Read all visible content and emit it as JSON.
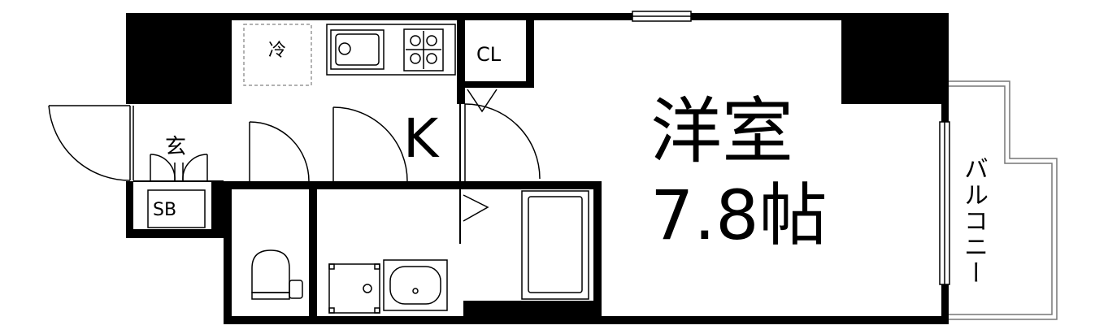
{
  "labels": {
    "refrigerator": "冷",
    "closet": "CL",
    "kitchen": "K",
    "entrance": "玄",
    "shoe_box": "SB",
    "room_type": "洋室",
    "room_size": "7.8帖",
    "balcony": "バルコニー"
  },
  "colors": {
    "wall": "#000000",
    "line": "#000000",
    "thin_line": "#666666",
    "dashed": "#999999",
    "background": "#ffffff"
  }
}
